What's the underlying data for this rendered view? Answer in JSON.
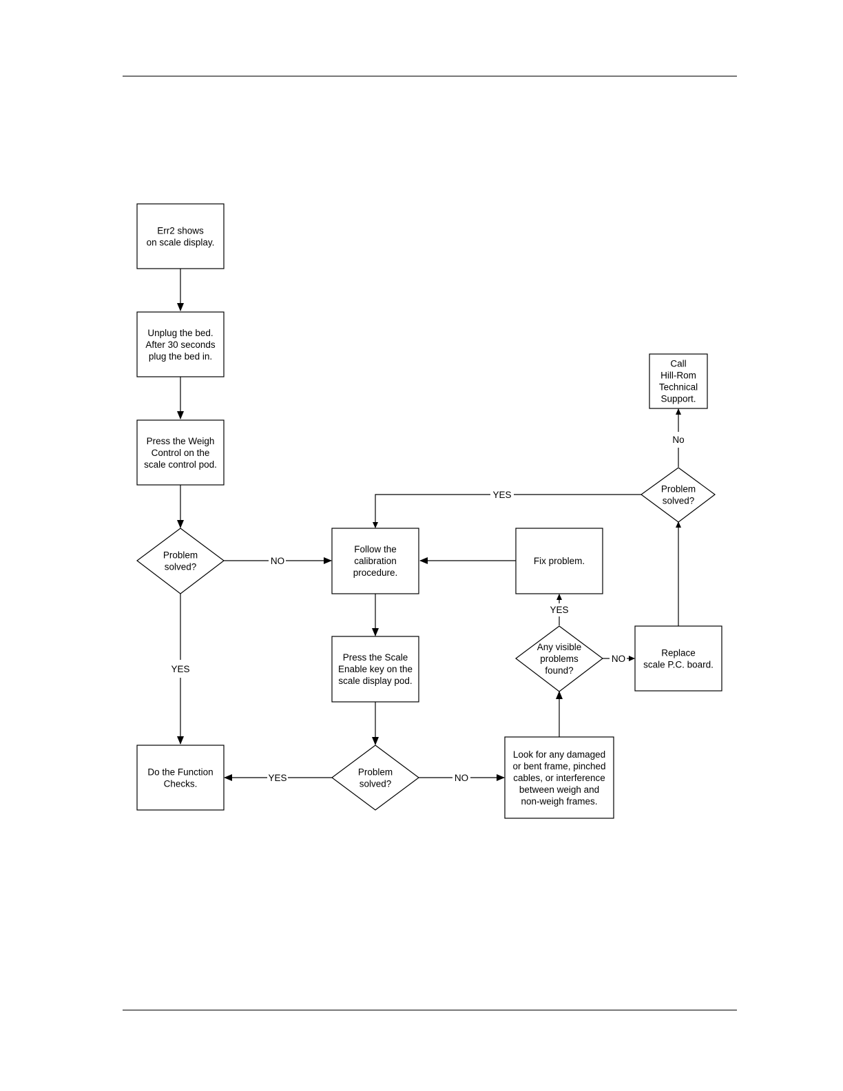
{
  "flowchart": {
    "nodes": {
      "err2": {
        "lines": [
          "Err2 shows",
          "on scale display."
        ]
      },
      "unplug": {
        "lines": [
          "Unplug the bed.",
          "After 30 seconds",
          "plug the bed in."
        ]
      },
      "weigh": {
        "lines": [
          "Press the Weigh",
          "Control on the",
          "scale control pod."
        ]
      },
      "d1": {
        "lines": [
          "Problem",
          "solved?"
        ]
      },
      "calib": {
        "lines": [
          "Follow the",
          "calibration",
          "procedure."
        ]
      },
      "fix": {
        "lines": [
          "Fix problem."
        ]
      },
      "d_top": {
        "lines": [
          "Problem",
          "solved?"
        ]
      },
      "call": {
        "lines": [
          "Call",
          "Hill-Rom",
          "Technical",
          "Support."
        ]
      },
      "scale": {
        "lines": [
          "Press the Scale",
          "Enable key on the",
          "scale display pod."
        ]
      },
      "visible": {
        "lines": [
          "Any visible",
          "problems",
          "found?"
        ]
      },
      "replace": {
        "lines": [
          "Replace",
          "scale P.C. board."
        ]
      },
      "func": {
        "lines": [
          "Do the Function",
          "Checks."
        ]
      },
      "d2": {
        "lines": [
          "Problem",
          "solved?"
        ]
      },
      "look": {
        "lines": [
          "Look for any damaged",
          "or bent frame, pinched",
          "cables, or interference",
          "between weigh and",
          "non-weigh frames."
        ]
      }
    },
    "edge_labels": {
      "d1_no": "NO",
      "d1_yes": "YES",
      "d_top_yes": "YES",
      "d_top_no": "No",
      "visible_yes": "YES",
      "visible_no": "NO",
      "d2_yes": "YES",
      "d2_no": "NO"
    }
  }
}
